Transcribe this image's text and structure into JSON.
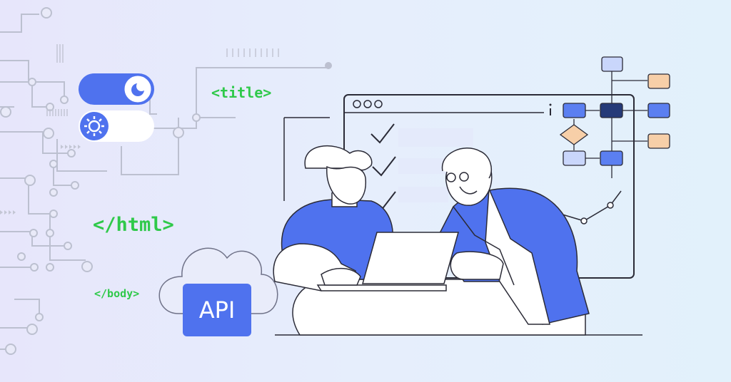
{
  "code_tags": {
    "title": "<title>",
    "html": "</html>",
    "body": "</body>"
  },
  "api_badge": {
    "label": "API"
  },
  "colors": {
    "accent_blue": "#4f72ee",
    "dark_blue": "#253a78",
    "light_blue": "#c9d6fb",
    "peach": "#f7cfa8",
    "code_green": "#2fc94a",
    "line_gray": "#bfc3d1",
    "outline": "#2b2b37"
  },
  "icons": [
    "moon-icon",
    "sun-icon",
    "checkmark-icon",
    "cloud-icon",
    "info-icon",
    "flowchart-icon",
    "line-graph-icon"
  ]
}
